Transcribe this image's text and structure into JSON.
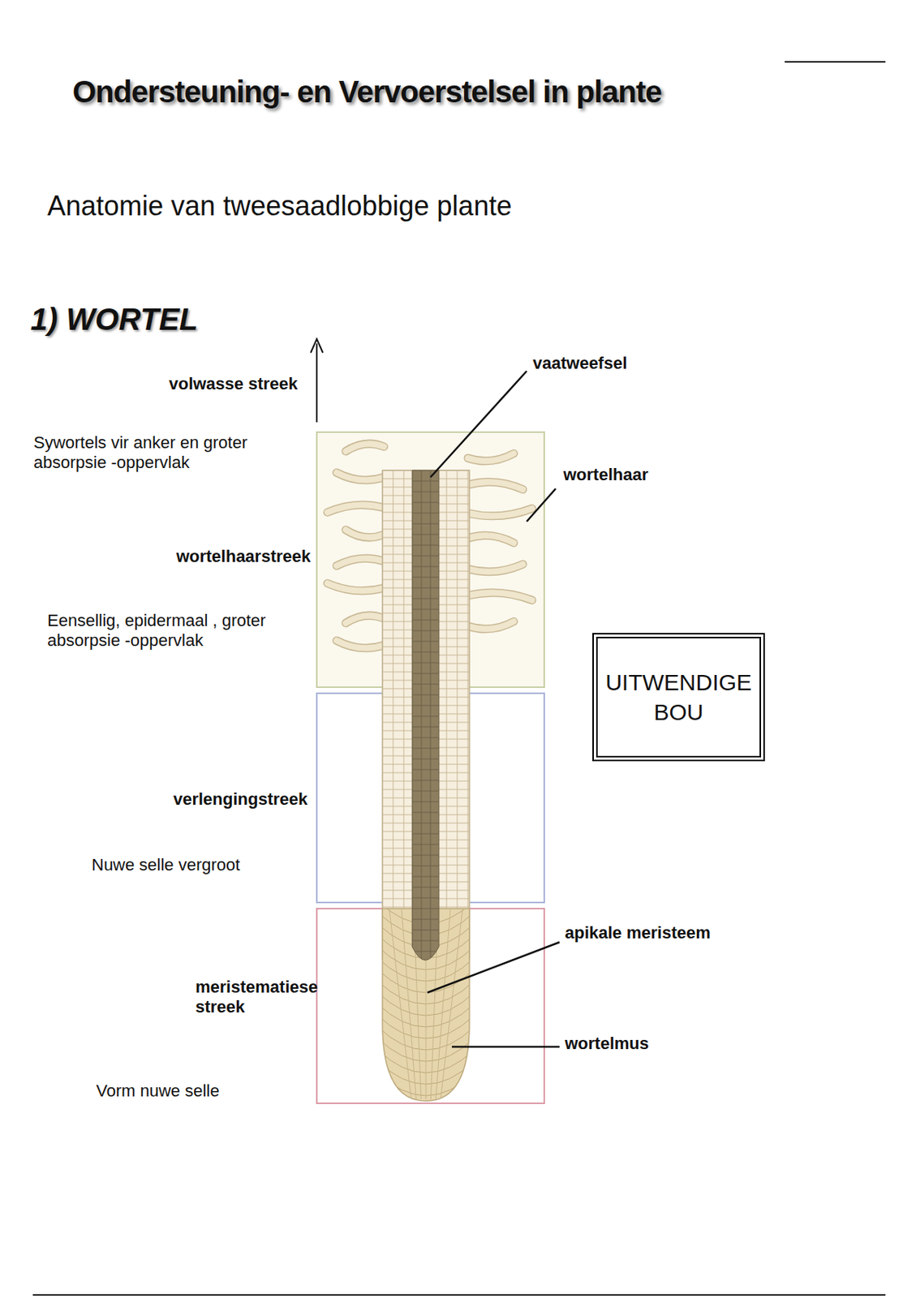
{
  "diagram": {
    "title": "Ondersteuning- en Vervoerstelsel in plante",
    "nodes": [
      {
        "text": [
          "UITWENDIGE BOU"
        ]
      }
    ],
    "labels": [
      "Anatomie van tweesaadlobbige plante",
      "1) WORTEL",
      "volwasse streek",
      "Sywortels vir anker en groter absorpsie -oppervlak",
      "wortelhaarstreek",
      "Eensellig, epidermaal , groter absorpsie -oppervlak",
      "verlengingstreek",
      "Nuwe selle vergroot",
      "meristematiese streek",
      "Vorm nuwe selle",
      "vaatweefsel",
      "wortelhaar",
      "apikale meristeem",
      "wortelmus"
    ]
  }
}
